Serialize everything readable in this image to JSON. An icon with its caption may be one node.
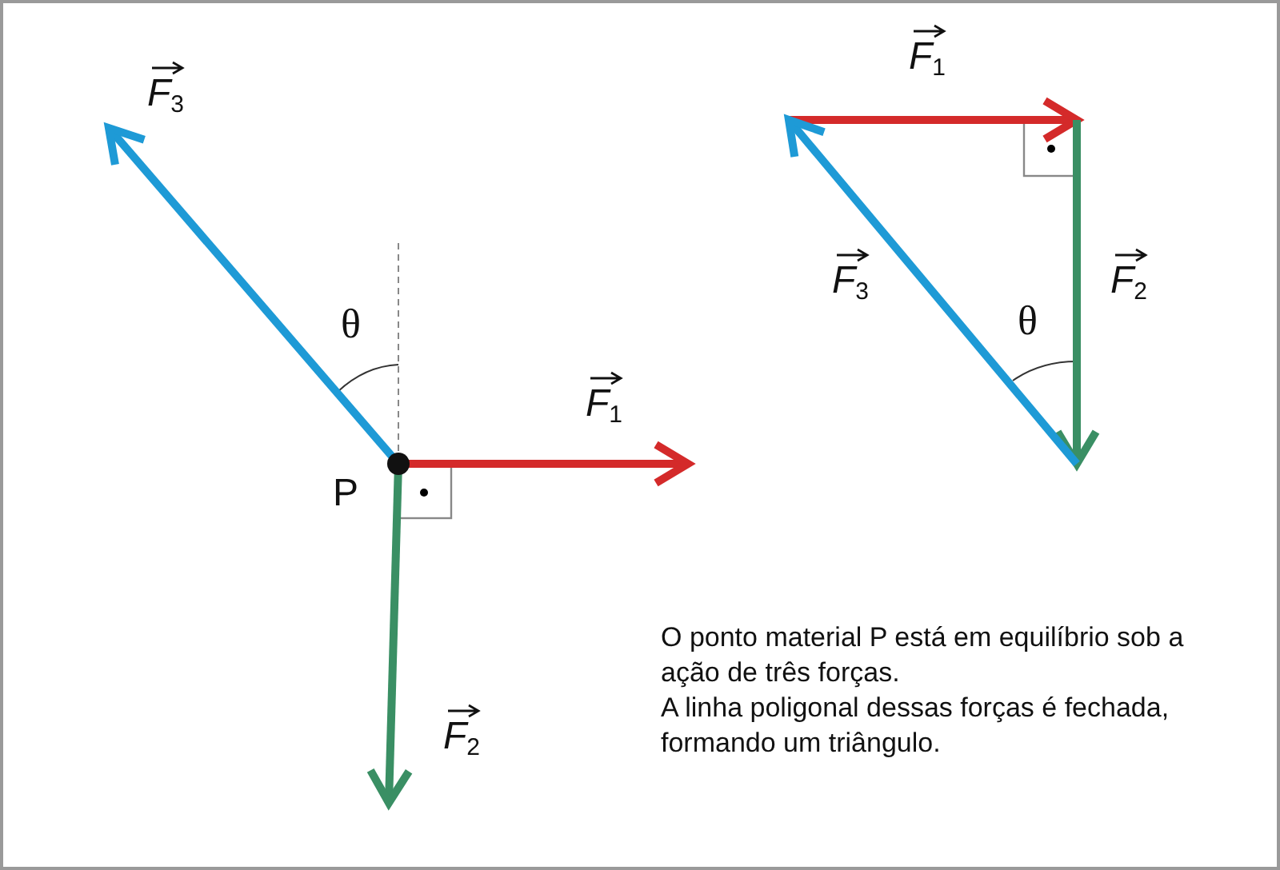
{
  "diagram": {
    "labels": [
      "*F*$_{3}$",
      "θ",
      "*F*$_{1}$",
      "P",
      "*F*$_{2}$",
      "*F*$_{1}$",
      "*F*$_{3}$",
      "*F*$_{2}$",
      "θ",
      "O ponto material P está em equilíbrio sob a ação de três forças.",
      "A linha poligonal dessas forças é fechada, formando um triângulo."
    ]
  }
}
